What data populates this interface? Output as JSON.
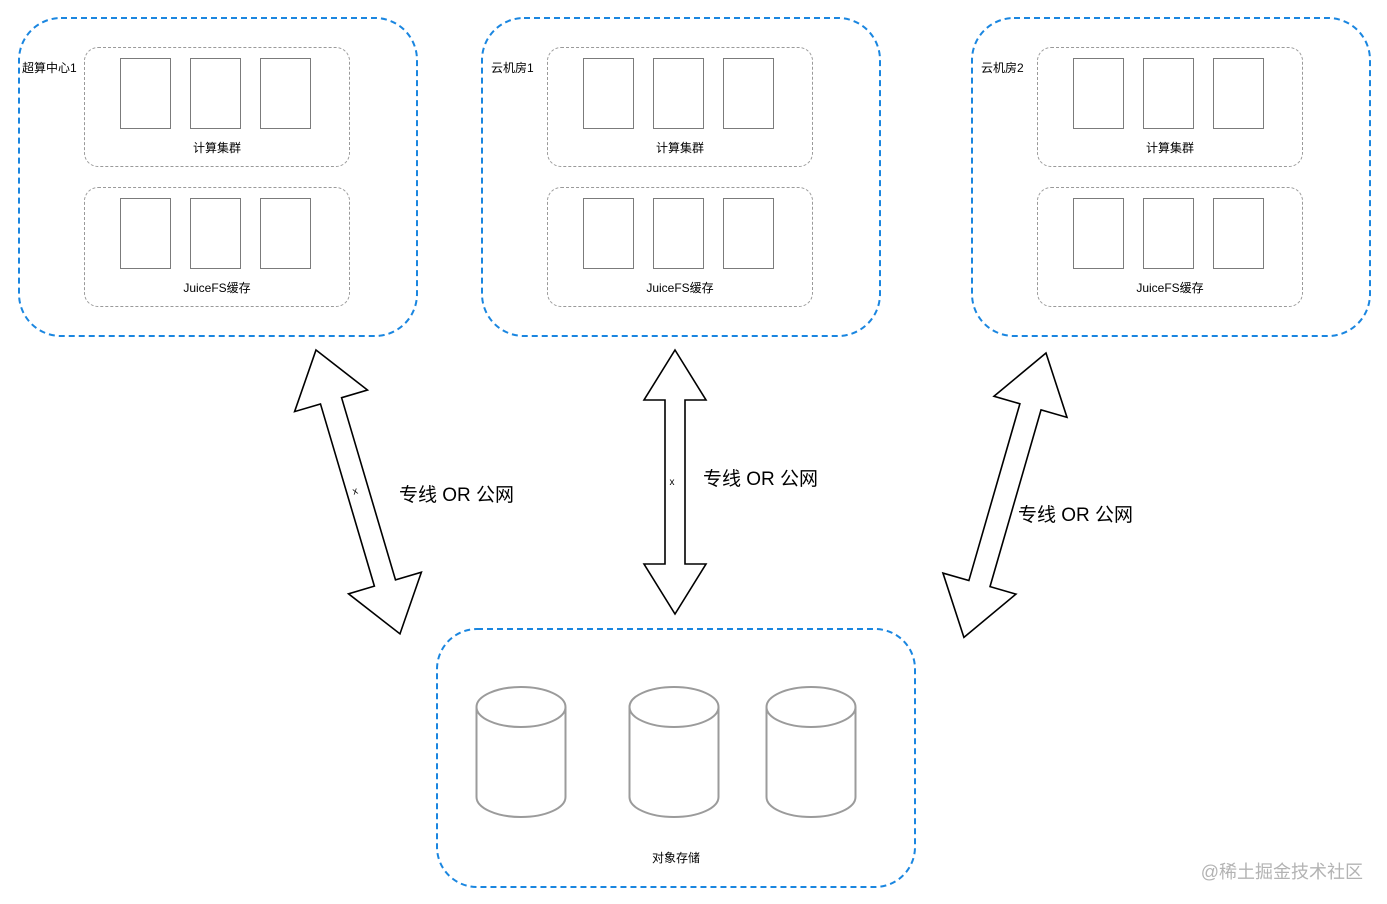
{
  "sites": [
    {
      "label": "超算中心1",
      "compute_label": "计算集群",
      "cache_label": "JuiceFS缓存"
    },
    {
      "label": "云机房1",
      "compute_label": "计算集群",
      "cache_label": "JuiceFS缓存"
    },
    {
      "label": "云机房2",
      "compute_label": "计算集群",
      "cache_label": "JuiceFS缓存"
    }
  ],
  "storage": {
    "label": "对象存储"
  },
  "links": [
    {
      "label": "专线 OR 公网",
      "marker": "x"
    },
    {
      "label": "专线 OR 公网",
      "marker": "x"
    },
    {
      "label": "专线 OR 公网"
    }
  ],
  "watermark": "@稀土掘金技术社区",
  "colors": {
    "site_border": "#1a86e0",
    "cluster_border": "#9a9a9a",
    "node_border": "#7b7b7b",
    "cylinder": "#9b9b9b"
  }
}
